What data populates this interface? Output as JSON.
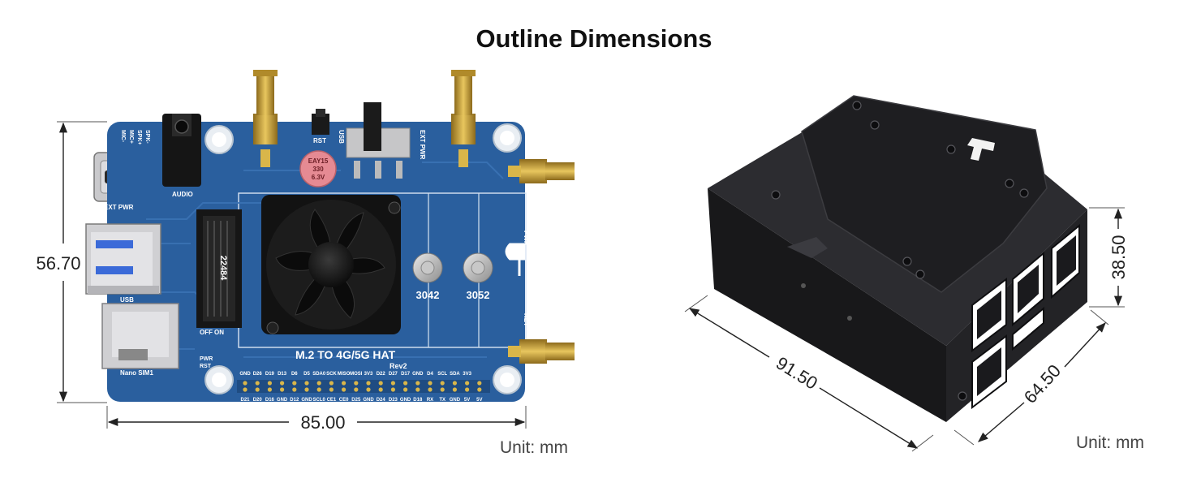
{
  "title": "Outline Dimensions",
  "board": {
    "width_label": "85.00",
    "height_label": "56.70",
    "unit_label": "Unit: mm",
    "model_label": "M.2 TO 4G/5G HAT",
    "revision_label": "Rev2",
    "screw_3042": "3042",
    "screw_3052": "3052",
    "audio_label": "AUDIO",
    "ext_pwr_label": "EXT PWR",
    "ext_pwr_top_label": "EXT PWR",
    "usb_label": "USB",
    "usb_switch_label": "USB",
    "rst_label": "RST",
    "pwr_side_label": "PWR",
    "net_side_label": "NET",
    "sim_label": "Nano SIM1",
    "off_label": "OFF",
    "on_label": "ON",
    "pwr_led_label": "PWR",
    "rst_led_label": "RST",
    "cap_line1": "EAY15",
    "cap_line2": "330",
    "cap_line3": "6.3V",
    "m2_chip_label": "22484",
    "mic_plus": "MIC+",
    "mic_minus": "MIC-",
    "spk_plus": "SPK+",
    "spk_minus": "SPK-",
    "pins_top": [
      "GND",
      "D26",
      "D19",
      "D13",
      "D6",
      "D5",
      "SDA0",
      "SCK",
      "MISO",
      "MOSI",
      "3V3",
      "D22",
      "D27",
      "D17",
      "GND",
      "D4",
      "SCL",
      "SDA",
      "3V3"
    ],
    "pins_bottom": [
      "D21",
      "D20",
      "D16",
      "GND",
      "D12",
      "GND",
      "SCL0",
      "CE1",
      "CE0",
      "D25",
      "GND",
      "D24",
      "D23",
      "GND",
      "D18",
      "RX",
      "TX",
      "GND",
      "5V",
      "5V"
    ]
  },
  "case": {
    "length_label": "91.50",
    "width_label": "64.50",
    "height_label": "38.50",
    "unit_label": "Unit: mm"
  },
  "colors": {
    "pcb": "#2a5f9e",
    "pcb_dark": "#1f4c82",
    "silk": "#ffffff",
    "gold": "#c9a53a",
    "case": "#1c1c1e",
    "dimension": "#222222"
  }
}
